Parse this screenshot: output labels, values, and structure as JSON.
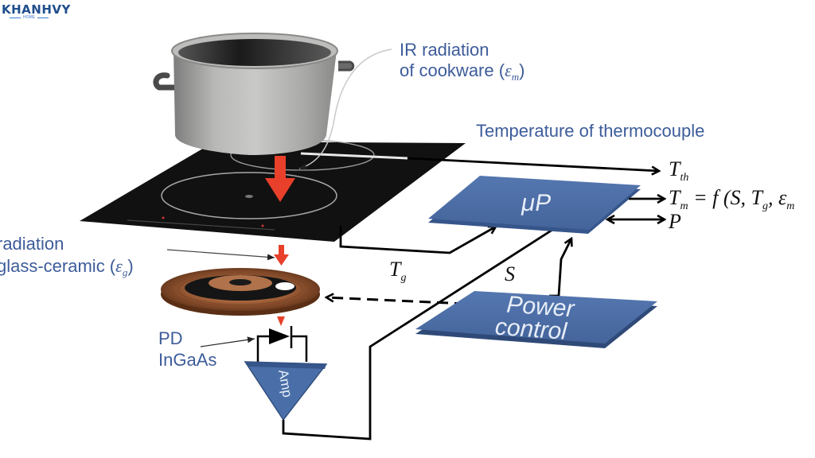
{
  "logo": {
    "brand": "KHANHVY",
    "sub": "HOME"
  },
  "labels": {
    "ir_cookware_line1": "IR radiation",
    "ir_cookware_line2": "of cookware (",
    "ir_cookware_eps": "ε",
    "ir_cookware_eps_sub": "m",
    "ir_cookware_close": ")",
    "thermocouple": "Temperature of thermocouple",
    "ir_glass_line1": "radiation",
    "ir_glass_line2": "glass-ceramic (",
    "ir_glass_eps": "ε",
    "ir_glass_eps_sub": "g",
    "ir_glass_close": ")",
    "pd_line1": "PD",
    "pd_line2": "InGaAs"
  },
  "blocks": {
    "microprocessor": "μP",
    "power_line1": "Power",
    "power_line2": "control",
    "amplifier": "Amp"
  },
  "signals": {
    "t_th": "T",
    "t_th_sub": "th",
    "t_m": "T",
    "t_m_sub": "m",
    "t_m_formula": " = f (S, T",
    "t_m_formula_sub": "g",
    "t_m_formula_end": ", ε",
    "t_m_formula_end_sub": "m",
    "p": "P",
    "t_g": "T",
    "t_g_sub": "g",
    "s": "S"
  },
  "colors": {
    "label_blue": "#3d5c9a",
    "block_blue": "#4a6fa8",
    "heat_arrow": "#e8402a",
    "cooktop": "#121212",
    "coil": "#a5653a"
  }
}
